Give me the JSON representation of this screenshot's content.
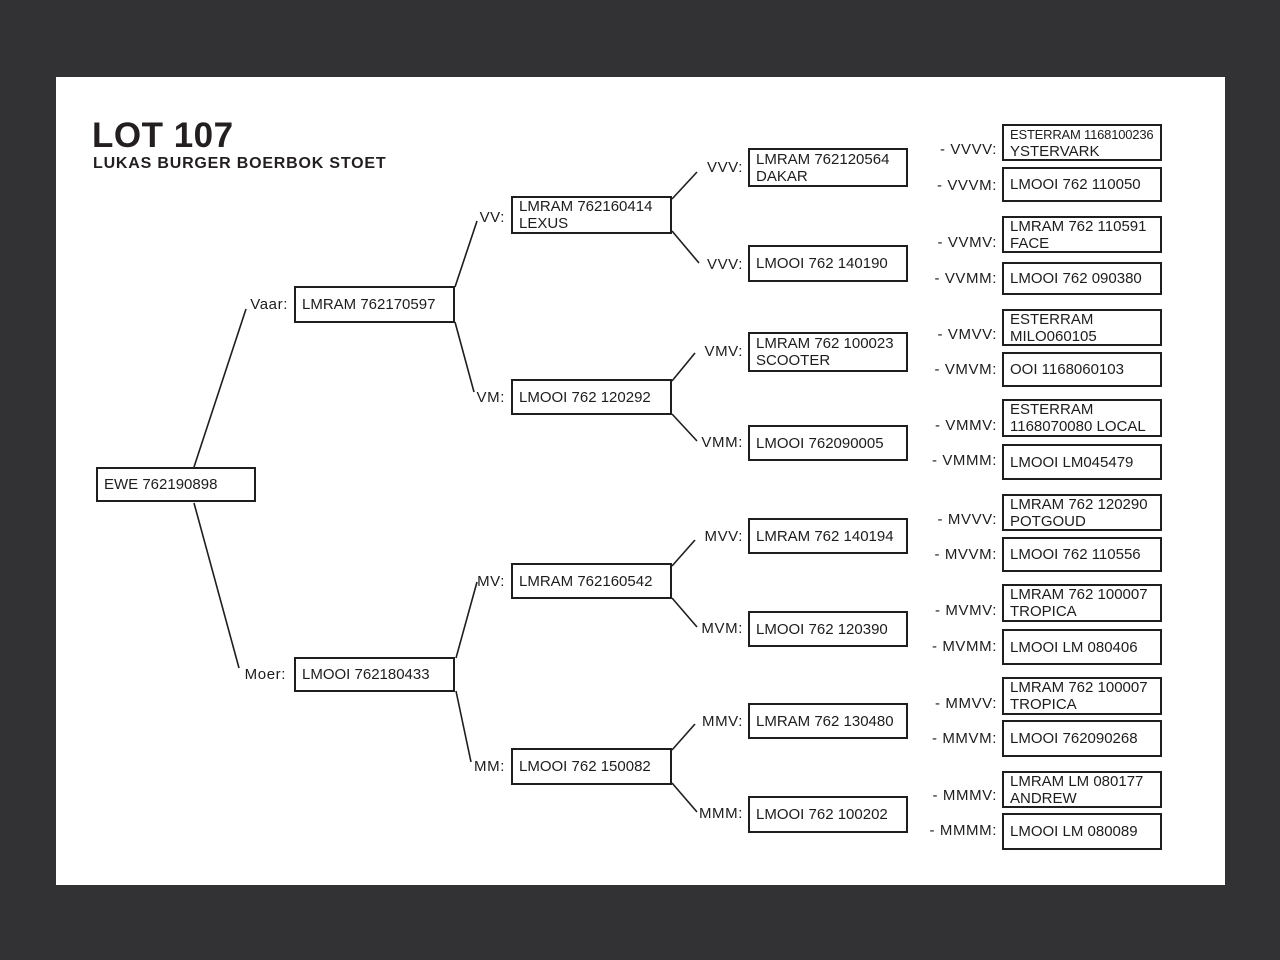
{
  "header": {
    "title": "LOT 107",
    "subtitle": "LUKAS BURGER BOERBOK STOET"
  },
  "colors": {
    "frame": "#323134",
    "page": "#ffffff",
    "ink": "#1d1d1d"
  },
  "tree": {
    "subject": {
      "line1": "EWE 762190898"
    },
    "vaar": {
      "label": "Vaar:",
      "line1": "LMRAM 762170597"
    },
    "moer": {
      "label": "Moer:",
      "line1": "LMOOI 762180433"
    },
    "vv": {
      "label": "VV:",
      "line1": "LMRAM 762160414",
      "line2": "LEXUS"
    },
    "vm": {
      "label": "VM:",
      "line1": "LMOOI 762 120292"
    },
    "mv": {
      "label": "MV:",
      "line1": "LMRAM 762160542"
    },
    "mm": {
      "label": "MM:",
      "line1": "LMOOI 762 150082"
    },
    "vvv1": {
      "label": "VVV:",
      "line1": "LMRAM 762120564",
      "line2": "DAKAR"
    },
    "vvv2": {
      "label": "VVV:",
      "line1": "LMOOI 762 140190"
    },
    "vmv": {
      "label": "VMV:",
      "line1": "LMRAM 762 100023",
      "line2": "SCOOTER"
    },
    "vmm": {
      "label": "VMM:",
      "line1": "LMOOI 762090005"
    },
    "mvv": {
      "label": "MVV:",
      "line1": "LMRAM 762 140194"
    },
    "mvm": {
      "label": "MVM:",
      "line1": "LMOOI 762 120390"
    },
    "mmv": {
      "label": "MMV:",
      "line1": "LMRAM 762 130480"
    },
    "mmm": {
      "label": "MMM:",
      "line1": "LMOOI 762 100202"
    },
    "vvvv": {
      "label": "- VVVV:",
      "line1": "ESTERRAM 1168100236",
      "line2": "YSTERVARK"
    },
    "vvvm": {
      "label": "- VVVM:",
      "line1": "LMOOI 762 110050"
    },
    "vvmv": {
      "label": "- VVMV:",
      "line1": "LMRAM 762 110591",
      "line2": "FACE"
    },
    "vvmm": {
      "label": "- VVMM:",
      "line1": "LMOOI 762 090380"
    },
    "vmvv": {
      "label": "- VMVV:",
      "line1": "ESTERRAM",
      "line2": "MILO060105"
    },
    "vmvm": {
      "label": "- VMVM:",
      "line1": "OOI 1168060103"
    },
    "vmmv": {
      "label": "- VMMV:",
      "line1": "ESTERRAM",
      "line2": "1168070080 LOCAL"
    },
    "vmmm": {
      "label": "- VMMM:",
      "line1": "LMOOI LM045479"
    },
    "mvvv": {
      "label": "- MVVV:",
      "line1": "LMRAM 762 120290",
      "line2": "POTGOUD"
    },
    "mvvm": {
      "label": "- MVVM:",
      "line1": "LMOOI 762 110556"
    },
    "mvmv": {
      "label": "- MVMV:",
      "line1": "LMRAM 762 100007",
      "line2": "TROPICA"
    },
    "mvmm": {
      "label": "- MVMM:",
      "line1": "LMOOI LM 080406"
    },
    "mmvv": {
      "label": "- MMVV:",
      "line1": "LMRAM 762 100007",
      "line2": "TROPICA"
    },
    "mmvm": {
      "label": "- MMVM:",
      "line1": "LMOOI 762090268"
    },
    "mmmv": {
      "label": "- MMMV:",
      "line1": "LMRAM LM 080177",
      "line2": "ANDREW"
    },
    "mmmm": {
      "label": "- MMMM:",
      "line1": "LMOOI LM 080089"
    }
  }
}
